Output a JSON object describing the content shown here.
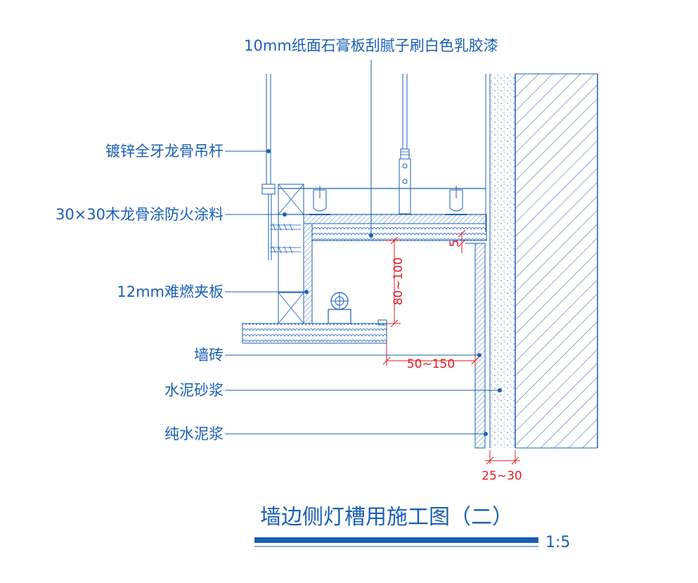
{
  "drawing": {
    "top_callout": "10mm纸面石膏板刮腻子刷白色乳胶漆",
    "left_callouts": [
      "镀锌全牙龙骨吊杆",
      "30×30木龙骨涂防火涂料",
      "12mm难燃夹板",
      "墙砖",
      "水泥砂浆",
      "纯水泥浆"
    ],
    "dimensions": {
      "cove_height": "80~100",
      "cove_depth": "50~150",
      "gap_small": "5",
      "mortar_thickness": "25~30"
    },
    "title": "墙边侧灯槽用施工图（二）",
    "scale": "1:5"
  },
  "colors": {
    "line": "#1a5fb4",
    "dimension": "#e01b24",
    "background": "#ffffff"
  }
}
